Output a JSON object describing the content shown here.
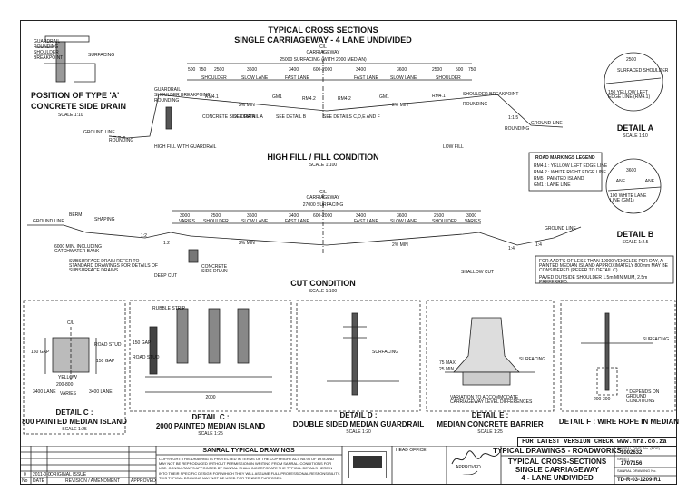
{
  "main_title": {
    "line1": "TYPICAL CROSS SECTIONS",
    "line2": "SINGLE CARRIAGEWAY - 4 LANE UNDIVIDED"
  },
  "side_drain": {
    "title1": "POSITION OF TYPE 'A'",
    "title2": "CONCRETE SIDE DRAIN",
    "scale": "SCALE 1:10",
    "labels": [
      "GUARDRAIL",
      "ROUNDING",
      "SHOULDER",
      "BREAKPOINT",
      "SURFACING"
    ]
  },
  "fill": {
    "title": "HIGH FILL / FILL CONDITION",
    "scale": "SCALE 1:100",
    "cl": "C/L",
    "carriageway": "CARRIAGEWAY",
    "surfacing": "25000 SURFACING (WITH 2000 MEDIAN)",
    "lanes": [
      "SHOULDER",
      "SLOW LANE",
      "FAST LANE",
      "FAST LANE",
      "SLOW LANE",
      "SHOULDER"
    ],
    "dims_top": [
      "500",
      "750",
      "2500",
      "3600",
      "3400",
      "600-2000",
      "3400",
      "3600",
      "2500",
      "500",
      "750"
    ],
    "notes_left": [
      "GUARDRAIL",
      "SHOULDER BREAKPOINT",
      "ROUNDING",
      "GROUND LINE",
      "ROUNDING"
    ],
    "notes_mid": [
      "CONCRETE SIDE DRAIN",
      "SEE DETAIL A",
      "SEE DETAIL B",
      "SEE DETAILS C,D,E AND F"
    ],
    "markings": [
      "RM4.1",
      "GM1",
      "RM4.2",
      "RM4.2",
      "GM1",
      "RM4.1"
    ],
    "slopes": [
      "2% MIN",
      "2% MIN",
      "1:1.5"
    ],
    "notes_right": [
      "SHOULDER BREAKPOINT",
      "ROUNDING",
      "GROUND LINE",
      "ROUNDING",
      "LOW FILL"
    ],
    "bottom_left": "HIGH FILL WITH GUARDRAIL"
  },
  "detail_a": {
    "title": "DETAIL A",
    "scale": "SCALE 1:10",
    "labels": [
      "2500",
      "SURFACED SHOULDER",
      "150 YELLOW LEFT EDGE LINE (RM4.1)"
    ]
  },
  "legend": {
    "title": "ROAD MARKINGS LEGEND",
    "items": [
      "RM4.1 : YELLOW LEFT EDGE LINE",
      "RM4.2 : WHITE RIGHT EDGE LINE",
      "RM5 : PAINTED ISLAND",
      "GM1 : LANE LINE"
    ]
  },
  "detail_b": {
    "title": "DETAIL B",
    "scale": "SCALE 1:2.5",
    "labels": [
      "3600",
      "LANE",
      "LANE",
      "100 WHITE LANE LINE (GM1)"
    ]
  },
  "cut": {
    "title": "CUT CONDITION",
    "scale": "SCALE 1:100",
    "cl": "C/L",
    "carriageway": "CARRIAGEWAY",
    "surfacing": "27000 SURFACING",
    "lanes": [
      "VARIES",
      "SHOULDER",
      "SLOW LANE",
      "FAST LANE",
      "FAST LANE",
      "SLOW LANE",
      "SHOULDER",
      "VARIES"
    ],
    "dims_top": [
      "3000",
      "2500",
      "3600",
      "3400",
      "600-2000",
      "3400",
      "3600",
      "2500",
      "3000"
    ],
    "notes_left": [
      "GROUND LINE",
      "BERM",
      "SHAPING",
      "6000 MIN. INCLUDING CATCHWATER BANK",
      "SUBSURFACE DRAIN REFER TO STANDARD DRAWINGS FOR DETAILS OF SUBSURFACE DRAINS",
      "DEEP CUT",
      "CONCRETE SIDE DRAIN"
    ],
    "notes_right": [
      "GROUND LINE",
      "SHALLOW CUT"
    ],
    "slopes": [
      "1:2",
      "1:2",
      "2% MIN",
      "2% MIN",
      "1:4",
      "1:4"
    ],
    "note_box": [
      "FOR AADT'S OF LESS THAN 10000 VEHICLES PER DAY, A PAINTED MEDIAN ISLAND APPROXIMATELY 800mm MAY BE CONSIDERED (REFER TO DETAIL C).",
      "PAVED OUTSIDE SHOULDER 1.5m MINIMUM, 2.5m PREFERRED."
    ]
  },
  "detail_c1": {
    "title": "DETAIL C :",
    "subtitle": "800 PAINTED MEDIAN ISLAND",
    "scale": "SCALE 1:25",
    "labels": [
      "C/L",
      "150 GAP",
      "ROAD STUD",
      "150 GAP",
      "YELLOW",
      "200-800",
      "3400 LANE",
      "VARIES",
      "3400 LANE"
    ]
  },
  "detail_c2": {
    "title": "DETAIL C :",
    "subtitle": "2000 PAINTED MEDIAN ISLAND",
    "scale": "SCALE 1:25",
    "labels": [
      "RUBBLE STRIP",
      "150 GAP",
      "ROAD STUD",
      "2000"
    ]
  },
  "detail_d": {
    "title": "DETAIL D :",
    "subtitle": "DOUBLE SIDED MEDIAN GUARDRAIL",
    "scale": "SCALE 1:20",
    "labels": [
      "SURFACING"
    ]
  },
  "detail_e": {
    "title": "DETAIL E :",
    "subtitle": "MEDIAN CONCRETE BARRIER",
    "scale": "SCALE 1:25",
    "labels": [
      "SURFACING",
      "75 MAX",
      "25 MIN",
      "VARIATION TO ACCOMMODATE CARRIAGEWAY LEVEL DIFFERENCES"
    ]
  },
  "detail_f": {
    "title": "DETAIL F : WIRE ROPE IN MEDIAN",
    "labels": [
      "SURFACING",
      "200-300",
      "* DEPENDS ON GROUND CONDITIONS"
    ]
  },
  "latest_version": "FOR LATEST VERSION CHECK www.nra.co.za",
  "title_block": {
    "org": "SANRAL TYPICAL DRAWINGS",
    "copyright": "COPYRIGHT: THIS DRAWING IS PROTECTED IN TERMS OF THE COPYRIGHT ACT No.98 OF 1978 AND MAY NOT BE REPRODUCED WITHOUT PERMISSION IN WRITING FROM SANRAL. CONDITIONS FOR USE: CONSULTANTS APPOINTED BY SANRAL SHALL INCORPORATE THE TYPICAL DETAILS HEREIN INTO THEIR SPECIFIC DESIGN FOR WHICH THEY WILL ASSUME FULL PROFESSIONAL RESPONSIBILITY. THIS TYPICAL DRAWING MAY NOT BE USED FOR TENDER PURPOSES.",
    "rev_headers": [
      "No",
      "DATE",
      "REVISION / AMENDMENT",
      "APPROVED"
    ],
    "rev_row": [
      "0",
      "2011-0-0",
      "ORIGINAL ISSUE"
    ],
    "head_office": "HEAD OFFICE",
    "approved": "APPROVED",
    "drawing_group": "TYPICAL DRAWINGS - ROADWORKS",
    "title1": "TYPICAL CROSS-SECTIONS",
    "title2": "SINGLE CARRIAGEWAY",
    "title3": "4 - LANE UNDIVIDED",
    "sanral_no_label": "SANRAL DWG. No. (PDF)",
    "sanral_no": "1002632",
    "sheet_label": "SHEET",
    "sheet_no": "1707156",
    "drawing_no_label": "SANRAL DRAWING No.",
    "drawing_no": "TD-R-03-1209-R1"
  }
}
